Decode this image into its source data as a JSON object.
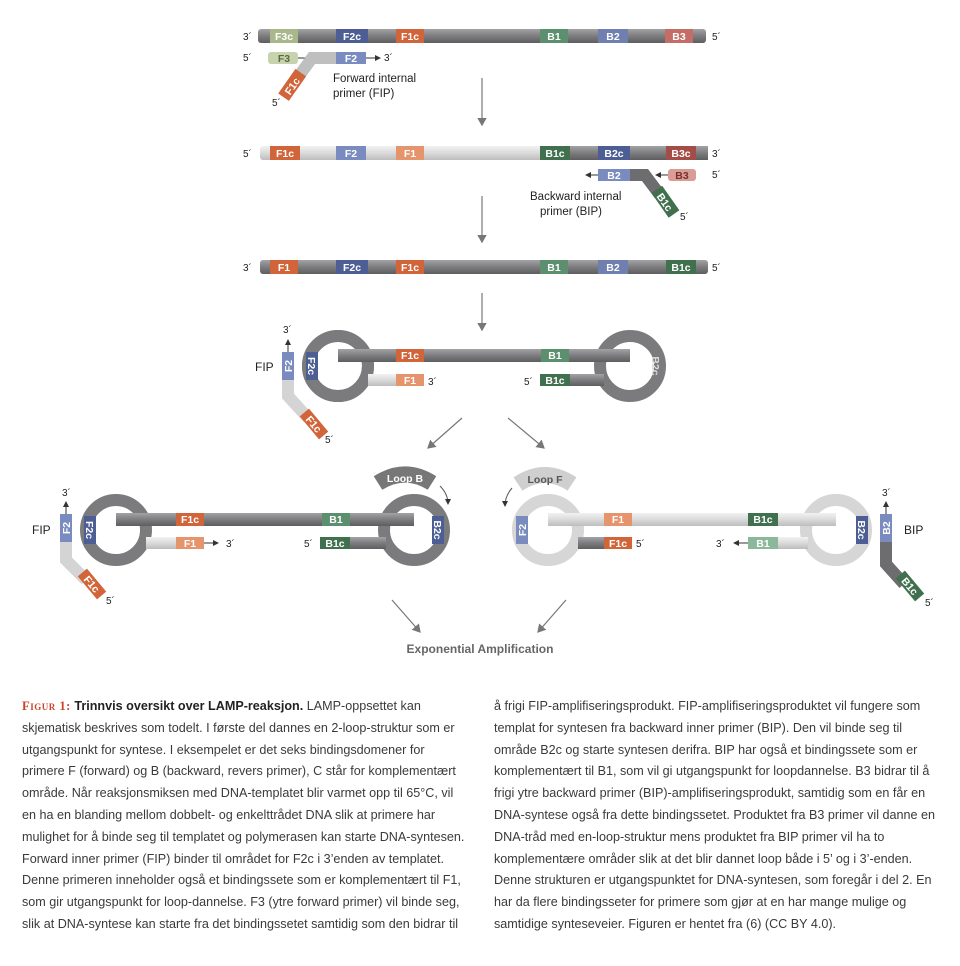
{
  "colors": {
    "strand_dark": "#8b8b8d",
    "strand_light": "#dcdcdc",
    "f3": "#a9b88a",
    "f2": "#4c5e93",
    "f1": "#d2643a",
    "b1": "#5b8f6e",
    "b2": "#6e7fb0",
    "b3": "#c46c66",
    "arrow": "#777777",
    "figure_label": "#c8452a"
  },
  "labels": {
    "three_prime": "3´",
    "five_prime": "5´",
    "F3c": "F3c",
    "F2c": "F2c",
    "F1c": "F1c",
    "F3": "F3",
    "F2": "F2",
    "F1": "F1",
    "B1": "B1",
    "B2": "B2",
    "B3": "B3",
    "B1c": "B1c",
    "B2c": "B2c",
    "B3c": "B3c",
    "FIP": "FIP",
    "BIP": "BIP",
    "forward_internal_line1": "Forward internal",
    "forward_internal_line2": "primer (FIP)",
    "backward_internal_line1": "Backward internal",
    "backward_internal_line2": "primer (BIP)",
    "loop_b": "Loop B",
    "loop_f": "Loop F",
    "exponential": "Exponential Amplification"
  },
  "caption": {
    "figure_label": "Figur 1:",
    "title": "Trinnvis oversikt over LAMP-reaksjon.",
    "left_text": "LAMP-oppsettet kan skjematisk beskrives som todelt. I første del dannes en 2-loop-struktur som er utgangspunkt for syntese. I eksempelet er det seks bindingsdomener for primere F (forward) og B (backward, revers primer), C står for komplementært område. Når reaksjonsmiksen med DNA-templatet blir varmet opp til 65°C, vil en ha en blanding mellom dobbelt- og enkelttrådet DNA slik at primere har mulighet for å binde seg til templatet og polymerasen kan starte DNA-syntesen. Forward inner primer (FIP) binder til området for F2c i 3’enden av templatet. Denne primeren inneholder også et bindingssete som er komplementært til F1, som gir utgangspunkt for loop-dannelse. F3 (ytre forward primer) vil binde seg, slik at DNA-syntese kan starte fra det bindingssetet samtidig som den bidrar til",
    "right_text": "å frigi FIP-amplifiseringsprodukt. FIP-amplifiseringsproduktet vil fungere som templat for syntesen fra backward inner primer (BIP). Den vil binde seg til område B2c og starte syntesen derifra. BIP har også et bindingssete som er komplementært til B1, som vil gi utgangspunkt for loopdannelse. B3 bidrar til å frigi ytre backward primer (BIP)-amplifiseringsprodukt, samtidig som en får en DNA-syntese også fra dette bindingssetet. Produktet fra B3 primer vil danne en DNA-tråd med en-loop-struktur mens produktet fra BIP primer vil ha to komplementære områder slik at det blir dannet loop både i 5’ og i 3’-enden. Denne strukturen er utgangspunktet for DNA-syntesen, som foregår i del 2. En har da flere bindingsseter for primere som gjør at en har mange mulige og samtidige synteseveier. Figuren er hentet fra (6) (CC BY 4.0)."
  }
}
